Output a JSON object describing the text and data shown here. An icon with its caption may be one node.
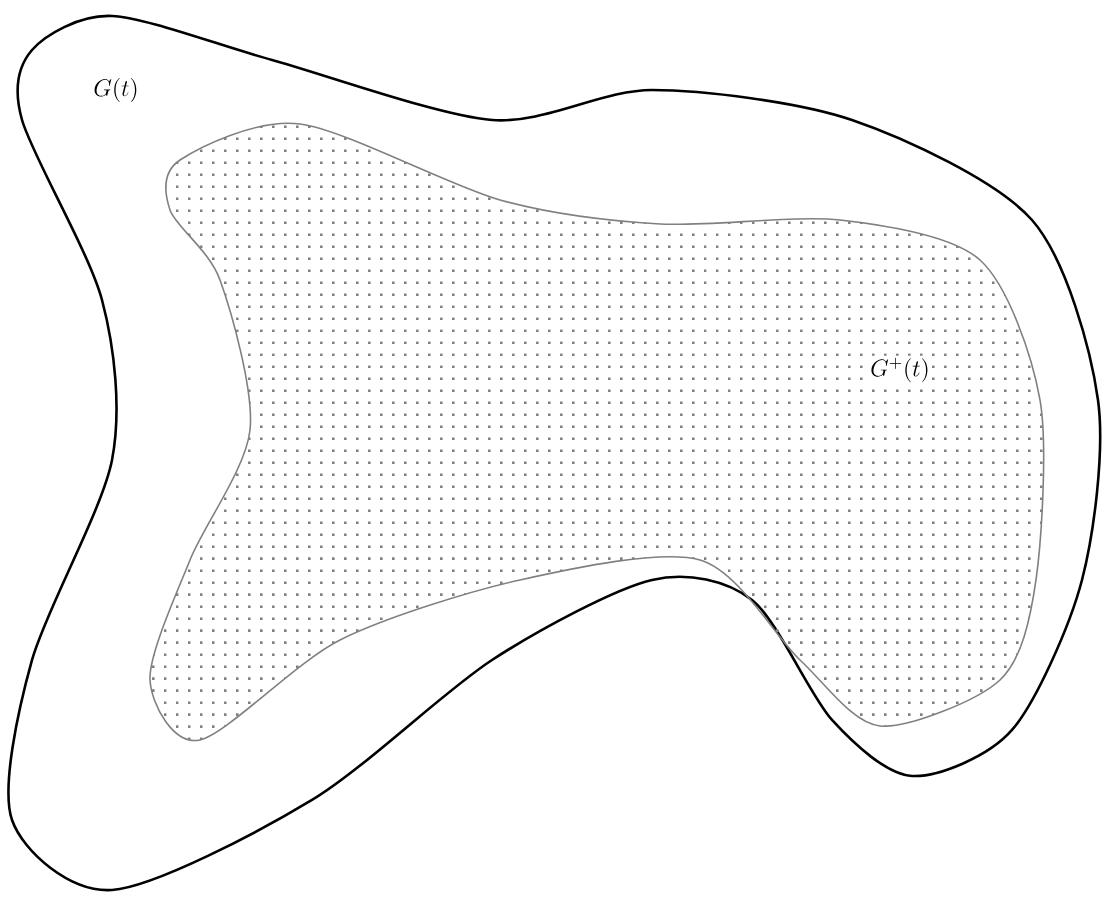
{
  "diagram": {
    "nodes": [
      {
        "text": [
          "G(t)"
        ]
      },
      {
        "text": [
          "G^+(t)"
        ],
        "in": 0
      }
    ]
  }
}
